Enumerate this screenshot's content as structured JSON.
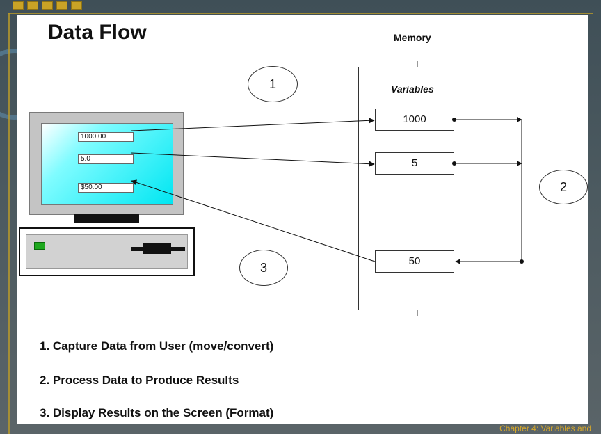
{
  "slide": {
    "title": "Data Flow",
    "memory_label": "Memory",
    "variables_label": "Variables",
    "footer": "Chapter 4: Variables and"
  },
  "screen_fields": [
    "1000.00",
    "5.0",
    "$50.00"
  ],
  "variables": [
    "1000",
    "5",
    "50"
  ],
  "ellipses": [
    "1",
    "2",
    "3"
  ],
  "steps": [
    "1.  Capture Data from User (move/convert)",
    "2.  Process Data to Produce Results",
    "3.  Display Results on the Screen (Format)"
  ],
  "colors": {
    "accent_gold": "#c9a326",
    "screen_cyan": "#00e6f2",
    "led_green": "#1ea81e"
  }
}
